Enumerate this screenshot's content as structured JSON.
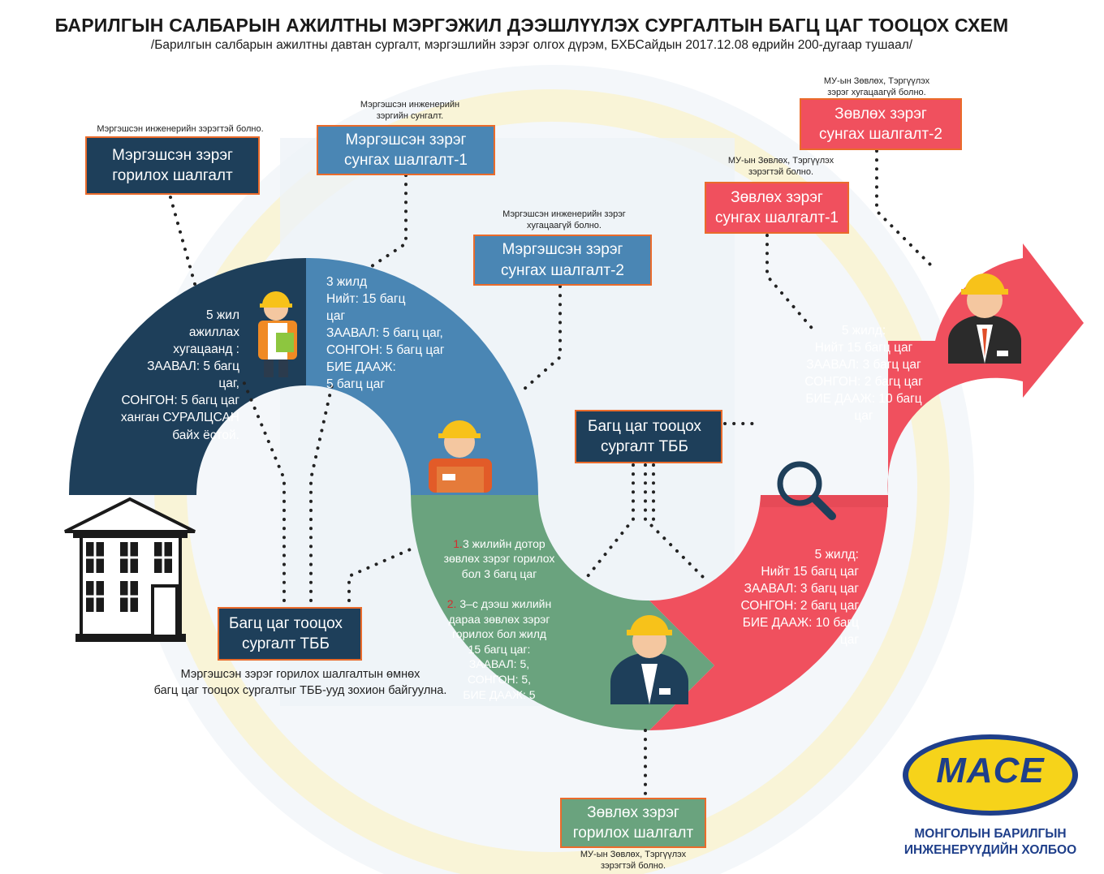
{
  "title": "БАРИЛГЫН САЛБАРЫН АЖИЛТНЫ МЭРГЭЖИЛ ДЭЭШЛҮҮЛЭХ СУРГАЛТЫН БАГЦ ЦАГ ТООЦОХ СХЕМ",
  "subtitle": "/Барилгын салбарын ажилтны давтан сургалт, мэргэшлийн зэрэг олгох дүрэм, БХБСайдын 2017.12.08 өдрийн 200-дугаар тушаал/",
  "boxes": {
    "b1": {
      "label": "Мэргэшсэн зэрэг\nгорилох шалгалт",
      "note": "Мэргэшсэн инженерийн зэрэгтэй болно."
    },
    "b2": {
      "label": "Мэргэшсэн зэрэг\nсунгах шалгалт-1",
      "note": "Мэргэшсэн инженерийн\nзэргийн сунгалт."
    },
    "b3": {
      "label": "Мэргэшсэн зэрэг\nсунгах шалгалт-2",
      "note": "Мэргэшсэн инженерийн зэрэг\nхугацаагүй болно."
    },
    "b4": {
      "label": "Зөвлөх зэрэг\nсунгах шалгалт-1",
      "note": "МУ-ын Зөвлөх, Тэргүүлэх\nзэрэгтэй болно."
    },
    "b5": {
      "label": "Зөвлөх зэрэг\nсунгах шалгалт-2",
      "note": "МУ-ын Зөвлөх, Тэргүүлэх\nзэрэг хугацаагүй болно."
    },
    "b6": {
      "label": "Зөвлөх зэрэг\nгорилох шалгалт",
      "note": "МУ-ын Зөвлөх, Тэргүүлэх\nзэрэгтэй болно."
    },
    "t1": {
      "label": "Багц цаг тооцох\nсургалт ТББ",
      "note": "Мэргэшсэн зэрэг горилох шалгалтын өмнөх\nбагц цаг тооцох сургалтыг ТББ-ууд зохион байгуулна."
    },
    "t2": {
      "label": "Багц цаг тооцох\nсургалт ТББ"
    }
  },
  "segments": {
    "s1": "5 жил\nажиллах\nхугацаанд :\nЗААВАЛ: 5 багц\nцаг,\nСОНГОН: 5 багц цаг\nханган СУРАЛЦСАН\nбайх ёстой.",
    "s2": "3 жилд\nНийт: 15 багц\nцаг\nЗААВАЛ: 5 багц цаг,\nСОНГОН: 5 багц цаг\nБИЕ ДААЖ:\n5 багц цаг",
    "s3_n1": "1.",
    "s3_t1": "3 жилийн дотор\nзөвлөх зэрэг горилох\nбол 3 багц цаг",
    "s3_n2": "2.",
    "s3_t2": "3–с дээш жилийн\nдараа зөвлөх зэрэг\nгорилох бол жилд\n15 багц цаг:\nЗААВАЛ: 5,\nСОНГОН: 5,\nБИЕ ДААЖ: 5",
    "s4": "5 жилд:\nНийт 15 багц цаг\nЗААВАЛ: 3 багц цаг\nСОНГОН: 2 багц цаг\nБИЕ ДААЖ: 10 багц\nцаг",
    "s5": "5 жилд:\nНийт 15 багц цаг\nЗААВАЛ: 3 багц цаг\nСОНГОН: 2 багц цаг\nБИЕ ДААЖ: 10 багц\nцаг"
  },
  "logo": {
    "text": "MACE",
    "org": "МОНГОЛЫН БАРИЛГЫН\nИНЖЕНЕРҮҮДИЙН ХОЛБОО"
  },
  "colors": {
    "navy": "#1e3f5a",
    "blue": "#4a86b4",
    "green": "#6aa37e",
    "red": "#f0505e",
    "red_box": "#f0505e",
    "orange_border": "#ea6b2b",
    "number_red": "#d23030",
    "logo_yellow": "#f6d31a",
    "logo_blue": "#1f3f8a"
  },
  "icons": [
    "building-icon",
    "worker-icon",
    "engineer-icon",
    "businessman-icon",
    "magnifier-icon",
    "document-icon",
    "mace-logo"
  ]
}
